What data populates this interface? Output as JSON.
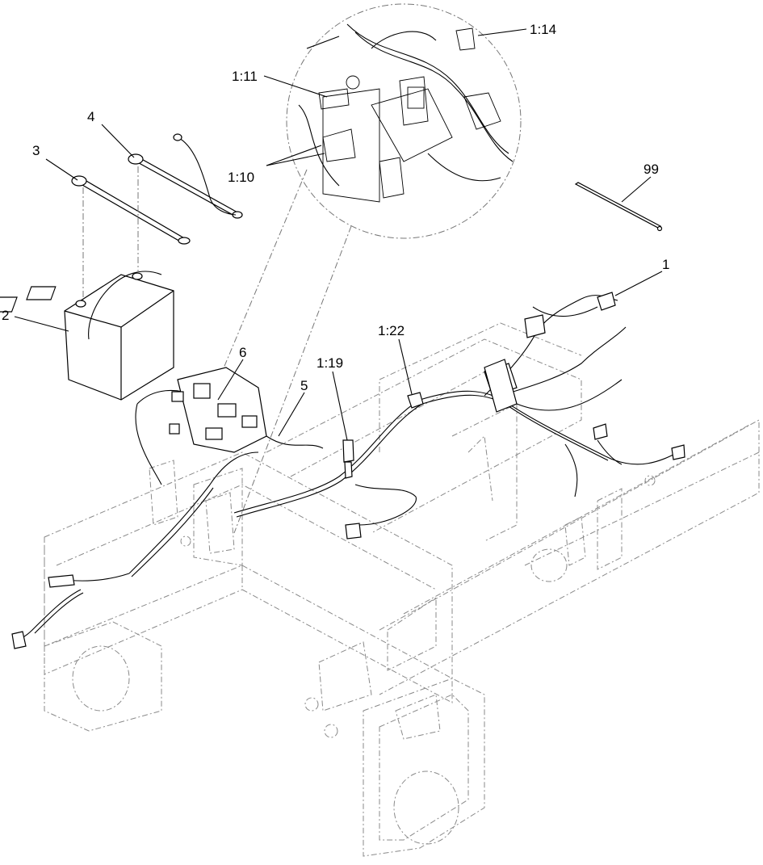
{
  "callouts": {
    "c1": "1",
    "c2": "2",
    "c3": "3",
    "c4": "4",
    "c5": "5",
    "c6": "6",
    "c99": "99",
    "c1_10": "1:10",
    "c1_11": "1:11",
    "c1_14": "1:14",
    "c1_19": "1:19",
    "c1_22": "1:22"
  },
  "colors": {
    "line": "#000000",
    "frame": "#8a8a8a",
    "background": "#ffffff"
  }
}
